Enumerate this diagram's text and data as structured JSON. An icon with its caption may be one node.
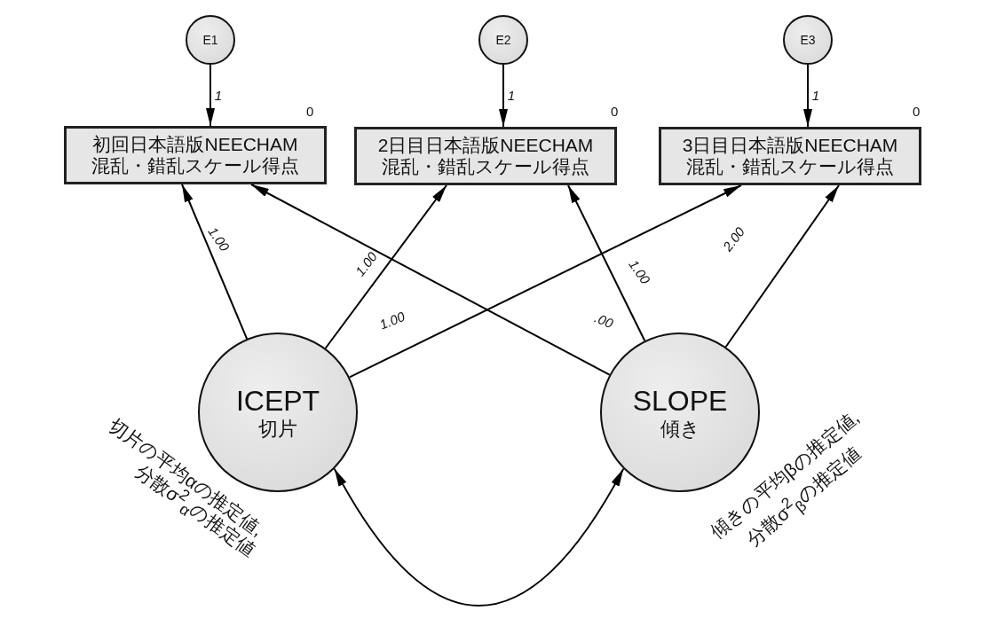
{
  "diagram": {
    "nodes": [
      {
        "text": [
          "E1"
        ]
      },
      {
        "text": [
          "E2"
        ]
      },
      {
        "text": [
          "E3"
        ]
      },
      {
        "text": [
          "初回日本語版NEECHAM 混乱・錯乱スケール得点"
        ],
        "beside": [
          "0"
        ]
      },
      {
        "text": [
          "2日目日本語版NEECHAM 混乱・錯乱スケール得点"
        ],
        "beside": [
          "0"
        ]
      },
      {
        "text": [
          "3日目日本語版NEECHAM 混乱・錯乱スケール得点"
        ],
        "beside": [
          "0"
        ]
      },
      {
        "text": [
          "ICEPT",
          "切片"
        ]
      },
      {
        "text": [
          "SLOPE",
          "傾き"
        ]
      }
    ],
    "edges": [
      {
        "from": 0,
        "to": 3,
        "arrow": "to",
        "label": "1"
      },
      {
        "from": 1,
        "to": 4,
        "arrow": "to",
        "label": "1"
      },
      {
        "from": 2,
        "to": 5,
        "arrow": "to",
        "label": "1"
      },
      {
        "from": 6,
        "to": 3,
        "arrow": "to",
        "label": "1.00"
      },
      {
        "from": 6,
        "to": 4,
        "arrow": "to",
        "label": "1.00"
      },
      {
        "from": 6,
        "to": 5,
        "arrow": "to",
        "label": "1.00"
      },
      {
        "from": 7,
        "to": 3,
        "arrow": "to",
        "label": ".00"
      },
      {
        "from": 7,
        "to": 4,
        "arrow": "to",
        "label": "1.00"
      },
      {
        "from": 7,
        "to": 5,
        "arrow": "to",
        "label": "2.00"
      },
      {
        "from": 6,
        "to": 7,
        "arrow": "both"
      }
    ],
    "labels": [
      "切片の平均αの推定値,",
      "分散σ$^{2}$$_{α}$の推定値",
      "傾きの平均βの推定値,",
      "分散σ$^{2}$$_{β}$の推定値"
    ]
  }
}
